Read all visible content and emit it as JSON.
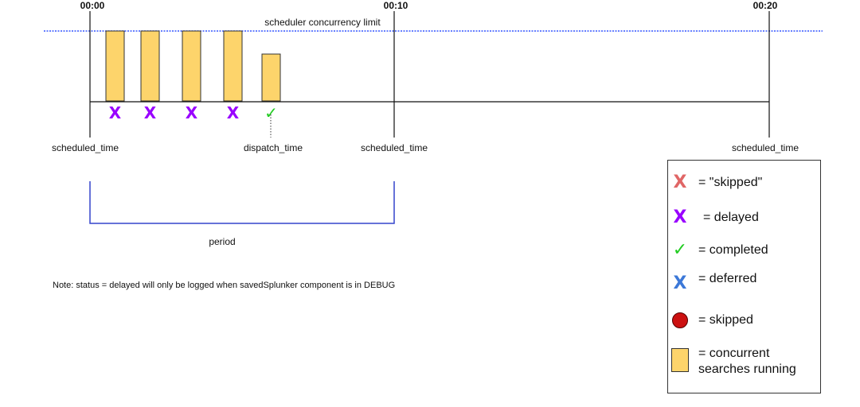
{
  "timeline": {
    "time_labels": [
      "00:00",
      "00:10",
      "00:20"
    ],
    "limit_label": "scheduler concurrency limit",
    "scheduled_label_1": "scheduled_time",
    "scheduled_label_2": "scheduled_time",
    "scheduled_label_3": "scheduled_time",
    "dispatch_label": "dispatch_time",
    "period_label": "period",
    "note": "Note: status = delayed will only be logged when savedSplunker component is in DEBUG",
    "bars": [
      {
        "level": "limit",
        "status": "delayed",
        "symbol": "X"
      },
      {
        "level": "limit",
        "status": "delayed",
        "symbol": "X"
      },
      {
        "level": "limit",
        "status": "delayed",
        "symbol": "X"
      },
      {
        "level": "limit",
        "status": "delayed",
        "symbol": "X"
      },
      {
        "level": "below-limit",
        "status": "completed",
        "symbol": "✓"
      }
    ]
  },
  "legend": {
    "items": [
      {
        "symbol": "X",
        "icon": "x-icon",
        "color": "#e06666",
        "text": "= \"skipped\""
      },
      {
        "symbol": "X",
        "icon": "x-icon",
        "color": "#9900ff",
        "text": "= delayed"
      },
      {
        "symbol": "✓",
        "icon": "check-icon",
        "color": "#22cc22",
        "text": "= completed"
      },
      {
        "symbol": "X",
        "icon": "x-icon",
        "color": "#3c78d8",
        "text": "= deferred"
      },
      {
        "symbol": "",
        "icon": "red-dot-icon",
        "color": "#cc1111",
        "text": "= skipped"
      },
      {
        "symbol": "",
        "icon": "bar-swatch-icon",
        "color": "#fdd46b",
        "text": "= concurrent\nsearches running"
      }
    ]
  },
  "colors": {
    "bar_fill": "#fdd46b",
    "limit_line": "#3355ff",
    "period_bracket": "#3344cc",
    "delayed": "#9900ff",
    "completed": "#22cc22"
  }
}
